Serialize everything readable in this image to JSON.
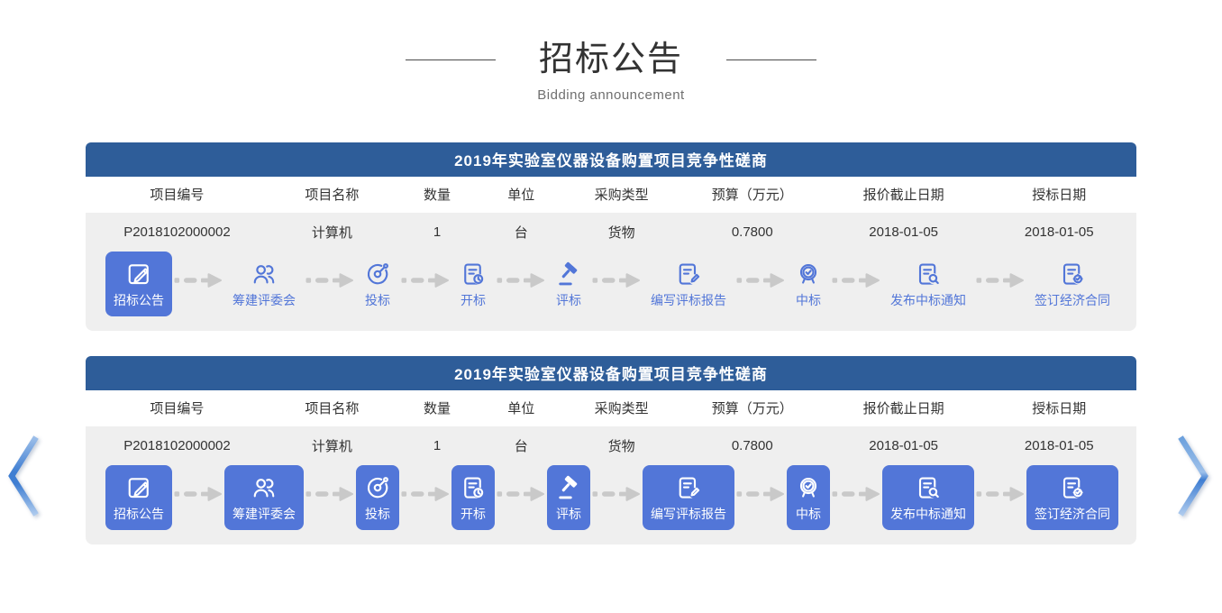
{
  "page": {
    "title": "招标公告",
    "subtitle": "Bidding announcement"
  },
  "colors": {
    "card_header_blue": "#2e5d99",
    "step_active_blue": "#5276d8",
    "flow_arrow_gray": "#c9c9c9",
    "card_body_gray": "#efefef",
    "nav_chevron_blue": "#3f7ed2"
  },
  "carousel": {
    "prev_icon": "chevron-left-icon",
    "next_icon": "chevron-right-icon"
  },
  "cards": [
    {
      "title": "2019年实验室仪器设备购置项目竞争性磋商",
      "columns": [
        "项目编号",
        "项目名称",
        "数量",
        "单位",
        "采购类型",
        "预算（万元）",
        "报价截止日期",
        "授标日期"
      ],
      "row": [
        "P2018102000002",
        "计算机",
        "1",
        "台",
        "货物",
        "0.7800",
        "2018-01-05",
        "2018-01-05"
      ],
      "steps": [
        {
          "label": "招标公告",
          "icon": "edit-doc-icon",
          "active": true
        },
        {
          "label": "筹建评委会",
          "icon": "committee-users-icon",
          "active": false
        },
        {
          "label": "投标",
          "icon": "bid-target-icon",
          "active": false
        },
        {
          "label": "开标",
          "icon": "doc-clock-icon",
          "active": false
        },
        {
          "label": "评标",
          "icon": "gavel-icon",
          "active": false
        },
        {
          "label": "编写评标报告",
          "icon": "doc-pen-icon",
          "active": false
        },
        {
          "label": "中标",
          "icon": "medal-check-icon",
          "active": false
        },
        {
          "label": "发布中标通知",
          "icon": "doc-search-icon",
          "active": false
        },
        {
          "label": "签订经济合同",
          "icon": "doc-seal-icon",
          "active": false
        }
      ]
    },
    {
      "title": "2019年实验室仪器设备购置项目竞争性磋商",
      "columns": [
        "项目编号",
        "项目名称",
        "数量",
        "单位",
        "采购类型",
        "预算（万元）",
        "报价截止日期",
        "授标日期"
      ],
      "row": [
        "P2018102000002",
        "计算机",
        "1",
        "台",
        "货物",
        "0.7800",
        "2018-01-05",
        "2018-01-05"
      ],
      "steps": [
        {
          "label": "招标公告",
          "icon": "edit-doc-icon",
          "active": true
        },
        {
          "label": "筹建评委会",
          "icon": "committee-users-icon",
          "active": true
        },
        {
          "label": "投标",
          "icon": "bid-target-icon",
          "active": true
        },
        {
          "label": "开标",
          "icon": "doc-clock-icon",
          "active": true
        },
        {
          "label": "评标",
          "icon": "gavel-icon",
          "active": true
        },
        {
          "label": "编写评标报告",
          "icon": "doc-pen-icon",
          "active": true
        },
        {
          "label": "中标",
          "icon": "medal-check-icon",
          "active": true
        },
        {
          "label": "发布中标通知",
          "icon": "doc-search-icon",
          "active": true
        },
        {
          "label": "签订经济合同",
          "icon": "doc-seal-icon",
          "active": true
        }
      ]
    }
  ]
}
